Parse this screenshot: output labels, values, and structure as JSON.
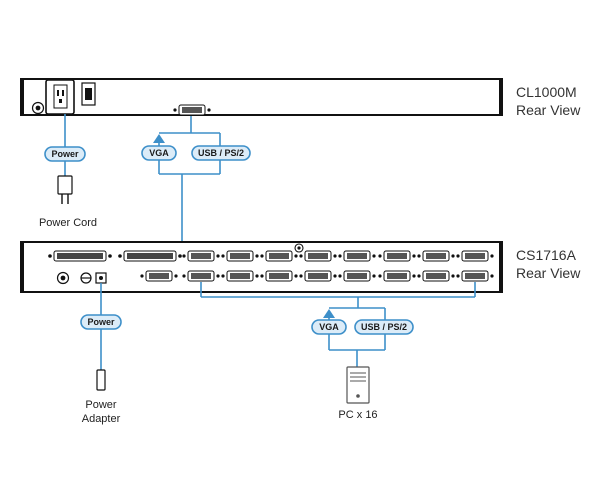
{
  "devices": {
    "top": {
      "model": "CL1000M",
      "view": "Rear View"
    },
    "bottom": {
      "model": "CS1716A",
      "view": "Rear View"
    }
  },
  "tags": {
    "power_top": "Power",
    "vga_top": "VGA",
    "usb_ps2_top": "USB / PS/2",
    "power_bottom": "Power",
    "vga_bottom": "VGA",
    "usb_ps2_bottom": "USB / PS/2"
  },
  "captions": {
    "power_cord": "Power Cord",
    "power_adapter_line1": "Power",
    "power_adapter_line2": "Adapter",
    "pc": "PC x 16"
  },
  "colors": {
    "cable": "#3d8fc9",
    "pill_fill": "#dcecf8",
    "device": "#1a1a1a",
    "panel": "#ffffff"
  }
}
